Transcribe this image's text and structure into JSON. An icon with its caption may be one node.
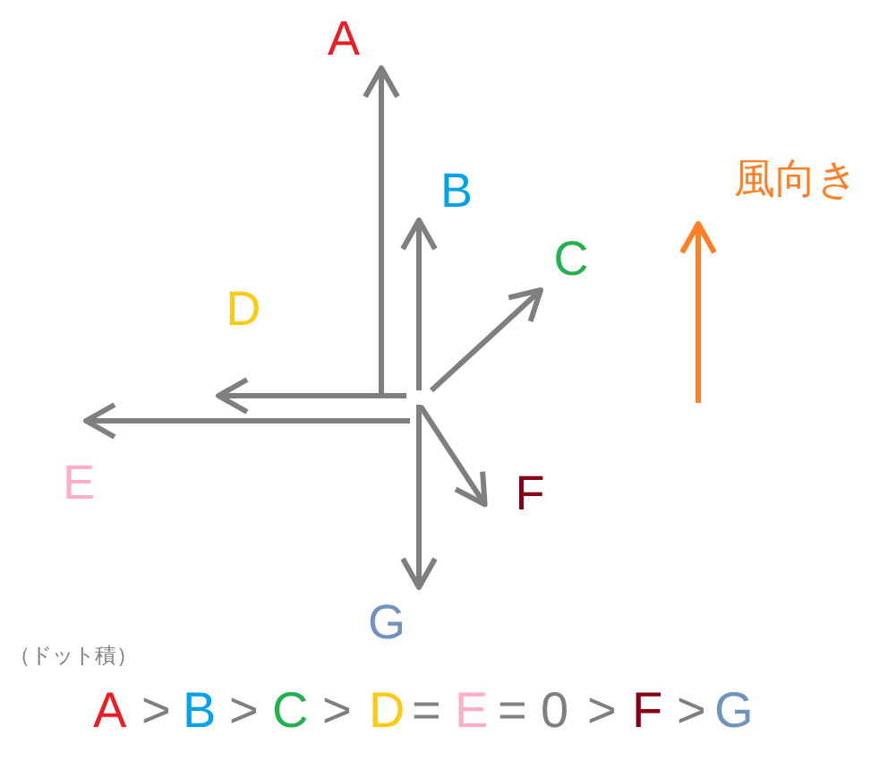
{
  "diagram": {
    "nodes": [
      {
        "text": [
          "A"
        ]
      },
      {
        "text": [
          "B"
        ]
      },
      {
        "text": [
          "C"
        ]
      },
      {
        "text": [
          "D"
        ]
      },
      {
        "text": [
          "E"
        ]
      },
      {
        "text": [
          "F"
        ]
      },
      {
        "text": [
          "G"
        ]
      },
      {
        "text": [
          "風向き"
        ]
      }
    ],
    "edges": [
      {
        "from": null,
        "to": 0,
        "arrow": "to"
      },
      {
        "from": null,
        "to": 1,
        "arrow": "to"
      },
      {
        "from": null,
        "to": 2,
        "arrow": "to"
      },
      {
        "from": null,
        "to": 3,
        "arrow": "to"
      },
      {
        "from": null,
        "to": 4,
        "arrow": "to"
      },
      {
        "from": null,
        "to": 5,
        "arrow": "to"
      },
      {
        "from": null,
        "to": 6,
        "arrow": "to"
      },
      {
        "from": null,
        "to": 7,
        "arrow": "to",
        "color": "#ff7f27"
      }
    ],
    "labels": [
      "（ドット積）",
      "A",
      ">",
      "B",
      ">",
      "C",
      ">",
      "D",
      "=",
      "E",
      "=",
      "0",
      ">",
      "F",
      ">",
      "G"
    ]
  }
}
